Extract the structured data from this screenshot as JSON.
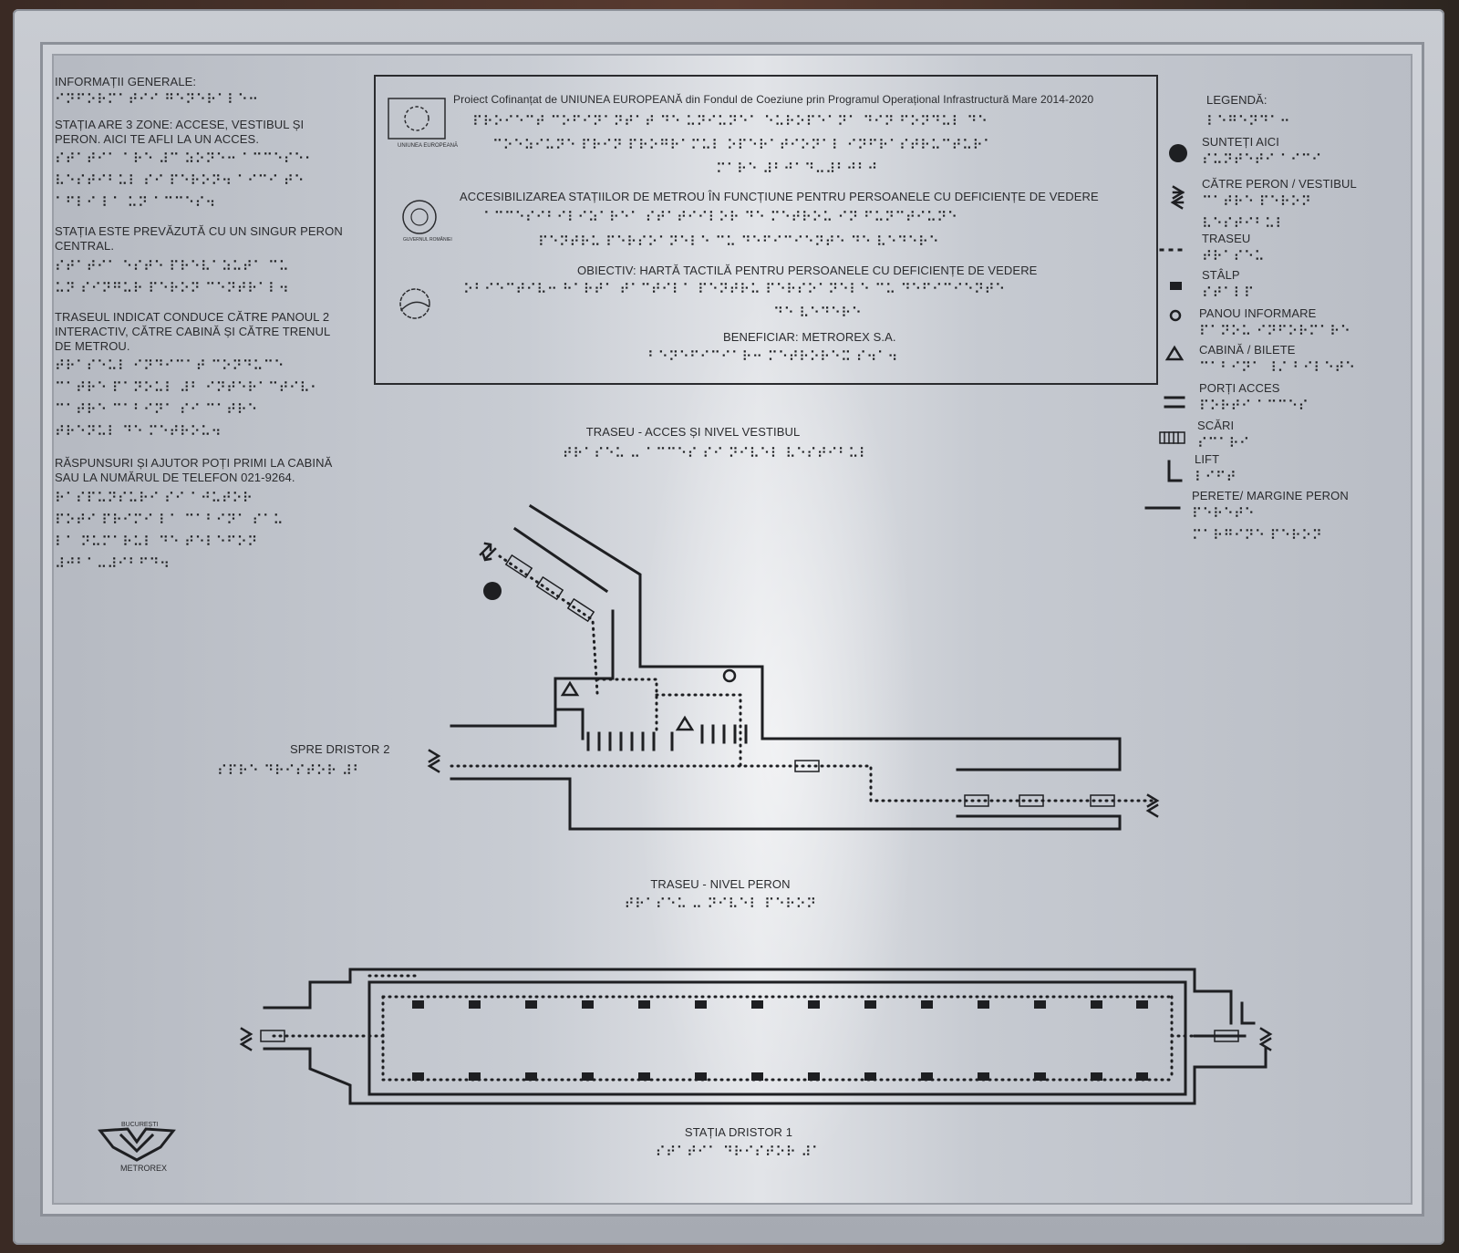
{
  "general": {
    "heading": "INFORMAȚII GENERALE:",
    "braille_heading": "⠊⠝⠋⠕⠗⠍⠁⠞⠊⠊ ⠛⠑⠝⠑⠗⠁⠇⠑⠒",
    "p1": [
      "STAȚIA ARE 3 ZONE: ACCESE, VESTIBUL ȘI",
      "PERON. AICI TE AFLI LA UN ACCES."
    ],
    "p1_braille": [
      "⠎⠞⠁⠞⠊⠁ ⠁⠗⠑ ⠼⠉ ⠵⠕⠝⠑⠒ ⠁⠉⠉⠑⠎⠑⠂",
      "⠧⠑⠎⠞⠊⠃⠥⠇ ⠎⠊ ⠏⠑⠗⠕⠝⠲ ⠁⠊⠉⠊ ⠞⠑",
      "⠁⠋⠇⠊ ⠇⠁ ⠥⠝ ⠁⠉⠉⠑⠎⠲"
    ],
    "p2": [
      "STAȚIA ESTE PREVĂZUTĂ CU UN SINGUR PERON",
      "CENTRAL."
    ],
    "p2_braille": [
      "⠎⠞⠁⠞⠊⠁ ⠑⠎⠞⠑ ⠏⠗⠑⠧⠁⠵⠥⠞⠁ ⠉⠥",
      "⠥⠝ ⠎⠊⠝⠛⠥⠗ ⠏⠑⠗⠕⠝ ⠉⠑⠝⠞⠗⠁⠇⠲"
    ],
    "p3": [
      "TRASEUL INDICAT CONDUCE CĂTRE PANOUL 2",
      "INTERACTIV, CĂTRE CABINĂ  ȘI CĂTRE TRENUL",
      "DE METROU."
    ],
    "p3_braille": [
      "⠞⠗⠁⠎⠑⠥⠇ ⠊⠝⠙⠊⠉⠁⠞ ⠉⠕⠝⠙⠥⠉⠑",
      "⠉⠁⠞⠗⠑ ⠏⠁⠝⠕⠥⠇ ⠼⠃ ⠊⠝⠞⠑⠗⠁⠉⠞⠊⠧⠂",
      "⠉⠁⠞⠗⠑ ⠉⠁⠃⠊⠝⠁ ⠎⠊ ⠉⠁⠞⠗⠑",
      "⠞⠗⠑⠝⠥⠇ ⠙⠑ ⠍⠑⠞⠗⠕⠥⠲"
    ],
    "p4": [
      "RĂSPUNSURI ȘI AJUTOR POȚI PRIMI LA CABINĂ",
      "SAU LA NUMĂRUL DE TELEFON 021-9264."
    ],
    "p4_braille": [
      "⠗⠁⠎⠏⠥⠝⠎⠥⠗⠊ ⠎⠊ ⠁⠚⠥⠞⠕⠗",
      "⠏⠕⠞⠊ ⠏⠗⠊⠍⠊ ⠇⠁ ⠉⠁⠃⠊⠝⠁ ⠎⠁⠥",
      "⠇⠁ ⠝⠥⠍⠁⠗⠥⠇ ⠙⠑ ⠞⠑⠇⠑⠋⠕⠝",
      "⠼⠚⠃⠁⠤⠼⠊⠃⠋⠙⠲"
    ]
  },
  "project": {
    "eu_label": "UNIUNEA EUROPEANĂ",
    "gov_label": "GUVERNUL ROMÂNIEI",
    "line1": "Proiect Cofinanțat de UNIUNEA EUROPEANĂ din Fondul de Coeziune prin Programul Operațional Infrastructură Mare 2014-2020",
    "line1_braille": [
      "⠏⠗⠕⠊⠑⠉⠞ ⠉⠕⠋⠊⠝⠁⠝⠞⠁⠞ ⠙⠑ ⠥⠝⠊⠥⠝⠑⠁ ⠑⠥⠗⠕⠏⠑⠁⠝⠁ ⠙⠊⠝ ⠋⠕⠝⠙⠥⠇ ⠙⠑",
      "⠉⠕⠑⠵⠊⠥⠝⠑ ⠏⠗⠊⠝ ⠏⠗⠕⠛⠗⠁⠍⠥⠇ ⠕⠏⠑⠗⠁⠞⠊⠕⠝⠁⠇ ⠊⠝⠋⠗⠁⠎⠞⠗⠥⠉⠞⠥⠗⠁",
      "⠍⠁⠗⠑ ⠼⠃⠚⠁⠙⠤⠼⠃⠚⠃⠚"
    ],
    "line2": "ACCESIBILIZAREA STAȚIILOR DE METROU ÎN FUNCȚIUNE PENTRU PERSOANELE CU DEFICIENȚE DE VEDERE",
    "line2_braille": [
      "⠁⠉⠉⠑⠎⠊⠃⠊⠇⠊⠵⠁⠗⠑⠁ ⠎⠞⠁⠞⠊⠊⠇⠕⠗ ⠙⠑ ⠍⠑⠞⠗⠕⠥ ⠊⠝ ⠋⠥⠝⠉⠞⠊⠥⠝⠑",
      "⠏⠑⠝⠞⠗⠥ ⠏⠑⠗⠎⠕⠁⠝⠑⠇⠑ ⠉⠥ ⠙⠑⠋⠊⠉⠊⠑⠝⠞⠑ ⠙⠑ ⠧⠑⠙⠑⠗⠑"
    ],
    "line3": "OBIECTIV: HARTĂ TACTILĂ PENTRU PERSOANELE CU DEFICIENȚE DE VEDERE",
    "line3_braille": [
      "⠕⠃⠊⠑⠉⠞⠊⠧⠒ ⠓⠁⠗⠞⠁ ⠞⠁⠉⠞⠊⠇⠁ ⠏⠑⠝⠞⠗⠥ ⠏⠑⠗⠎⠕⠁⠝⠑⠇⠑ ⠉⠥ ⠙⠑⠋⠊⠉⠊⠑⠝⠞⠑",
      "⠙⠑ ⠧⠑⠙⠑⠗⠑"
    ],
    "line4": "BENEFICIAR: METROREX S.A.",
    "line4_braille": "⠃⠑⠝⠑⠋⠊⠉⠊⠁⠗⠒ ⠍⠑⠞⠗⠕⠗⠑⠭ ⠎⠲⠁⠲"
  },
  "legend": {
    "heading": "LEGENDĂ:",
    "heading_braille": "⠇⠑⠛⠑⠝⠙⠁⠒",
    "items": [
      {
        "label": "SUNTEȚI AICI",
        "braille": [
          "⠎⠥⠝⠞⠑⠞⠊ ⠁⠊⠉⠊"
        ]
      },
      {
        "label": "CĂTRE PERON / VESTIBUL",
        "braille": [
          "⠉⠁⠞⠗⠑ ⠏⠑⠗⠕⠝",
          "⠧⠑⠎⠞⠊⠃⠥⠇"
        ]
      },
      {
        "label": "TRASEU",
        "braille": [
          "⠞⠗⠁⠎⠑⠥"
        ]
      },
      {
        "label": "STÂLP",
        "braille": [
          "⠎⠞⠁⠇⠏"
        ]
      },
      {
        "label": "PANOU  INFORMARE",
        "braille": [
          "⠏⠁⠝⠕⠥ ⠊⠝⠋⠕⠗⠍⠁⠗⠑"
        ]
      },
      {
        "label": "CABINĂ / BILETE",
        "braille": [
          "⠉⠁⠃⠊⠝⠁ ⠸⠌ ⠃⠊⠇⠑⠞⠑"
        ]
      },
      {
        "label": "PORȚI ACCES",
        "braille": [
          "⠏⠕⠗⠞⠊ ⠁⠉⠉⠑⠎"
        ]
      },
      {
        "label": "SCĂRI",
        "braille": [
          "⠎⠉⠁⠗⠊"
        ]
      },
      {
        "label": "LIFT",
        "braille": [
          "⠇⠊⠋⠞"
        ]
      },
      {
        "label": "PERETE/ MARGINE PERON",
        "braille": [
          "⠏⠑⠗⠑⠞⠑",
          "⠍⠁⠗⠛⠊⠝⠑ ⠏⠑⠗⠕⠝"
        ]
      }
    ]
  },
  "map_vestibul": {
    "title": "TRASEU - ACCES ȘI NIVEL VESTIBUL",
    "title_braille": "⠞⠗⠁⠎⠑⠥ ⠤ ⠁⠉⠉⠑⠎ ⠎⠊ ⠝⠊⠧⠑⠇ ⠧⠑⠎⠞⠊⠃⠥⠇",
    "direction": "SPRE DRISTOR 2",
    "direction_braille": "⠎⠏⠗⠑ ⠙⠗⠊⠎⠞⠕⠗ ⠼⠃"
  },
  "map_peron": {
    "title": "TRASEU - NIVEL PERON",
    "title_braille": "⠞⠗⠁⠎⠑⠥ ⠤ ⠝⠊⠧⠑⠇ ⠏⠑⠗⠕⠝",
    "station": "STAȚIA DRISTOR 1",
    "station_braille": "⠎⠞⠁⠞⠊⠁ ⠙⠗⠊⠎⠞⠕⠗ ⠼⠁"
  },
  "logo": {
    "name": "METROREX",
    "top": "BUCUREȘTI"
  },
  "colors": {
    "line": "#1e1f22",
    "plate": "#d6d9de",
    "frame": "#b8bcc4"
  }
}
